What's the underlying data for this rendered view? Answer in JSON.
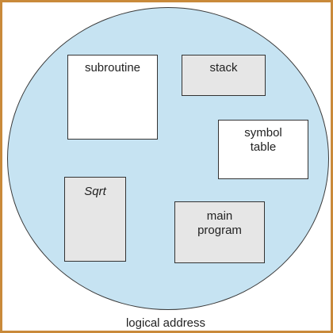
{
  "diagram": {
    "caption": "logical address",
    "segments": {
      "subroutine": "subroutine",
      "stack": "stack",
      "symbol_table": "symbol\ntable",
      "sqrt": "Sqrt",
      "main_program": "main\nprogram"
    },
    "colors": {
      "circle_fill": "#c6e3f2",
      "frame_border": "#c98a3a",
      "segment_white": "#ffffff",
      "segment_gray": "#e6e6e6"
    }
  }
}
